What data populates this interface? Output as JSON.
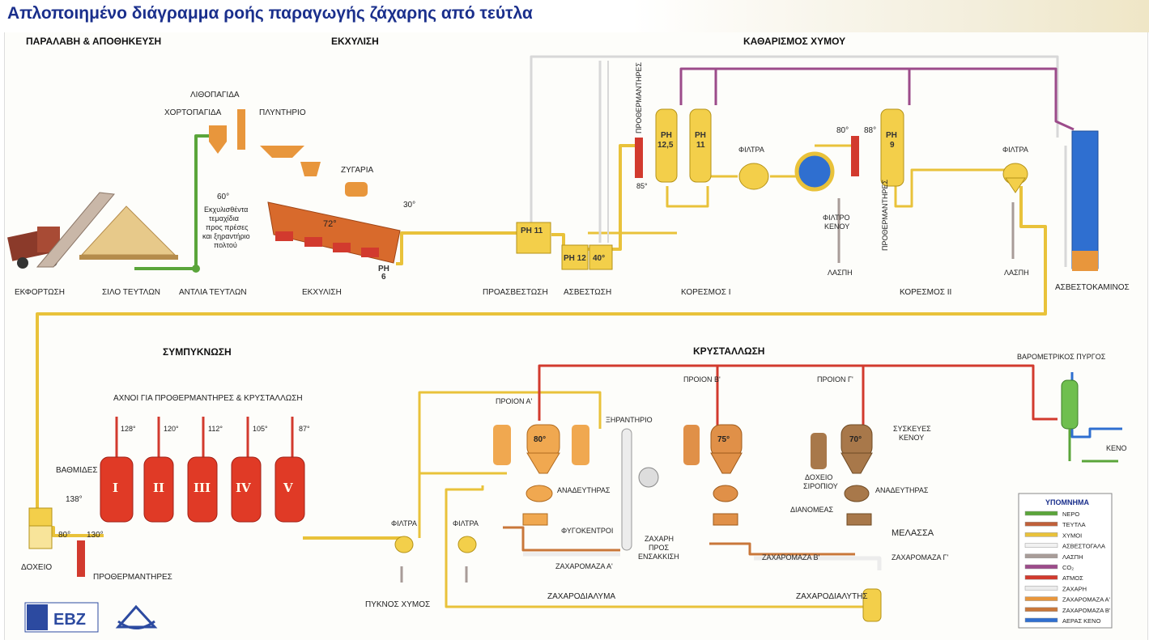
{
  "title": "Απλοποιημένο διάγραμμα ροής παραγωγής ζάχαρης από τεύτλα",
  "sections": {
    "receiving": "ΠΑΡΑΛΑΒΗ & ΑΠΟΘΗΚΕΥΣΗ",
    "extraction": "ΕΚΧΥΛΙΣΗ",
    "purification": "ΚΑΘΑΡΙΣΜΟΣ ΧΥΜΟΥ",
    "evaporation": "ΣΥΜΠΥΚΝΩΣΗ",
    "crystallization": "ΚΡΥΣΤΑΛΛΩΣΗ"
  },
  "labels": {
    "unloading": "ΕΚΦΟΡΤΩΣΗ",
    "beet_silo": "ΣΙΛΟ ΤΕΥΤΛΩΝ",
    "beet_pump": "ΑΝΤΛΙΑ ΤΕΥΤΛΩΝ",
    "stone_trap": "ΛΙΘΟΠΑΓΙΔΑ",
    "weed_trap": "ΧΟΡΤΟΠΑΓΙΔΑ",
    "washer": "ΠΛΥΝΤΗΡΙΟ",
    "scale": "ΖΥΓΑΡΙΑ",
    "extracted_pieces_1": "Εκχυλισθέντα",
    "extracted_pieces_2": "τεμαχίδια",
    "extracted_pieces_3": "προς πρέσες",
    "extracted_pieces_4": "και ξηραντήριο",
    "extracted_pieces_5": "πολτού",
    "diffuser": "ΕΚΧΥΛΙΣΗ",
    "temp_60": "60°",
    "temp_72": "72°",
    "temp_30": "30°",
    "ph6_a": "PH",
    "ph6_b": "6",
    "preliming": "ΠΡΟΑΣΒΕΣΤΩΣΗ",
    "ph11_label": "PH 11",
    "liming": "ΑΣΒΕΣΤΩΣΗ",
    "ph12_label": "PH 12",
    "temp_40": "40°",
    "preheaters_v1": "ΠΡΟΘΕΡΜΑΝΤΗΡΕΣ",
    "temp_85": "85°",
    "ph125_a": "PH",
    "ph125_b": "12,5",
    "ph11b_a": "PH",
    "ph11b_b": "11",
    "filters_1": "ΦΙΛΤΡΑ",
    "vacuum_filter_1": "ΦΙΛΤΡΟ",
    "vacuum_filter_2": "ΚΕΝΟΥ",
    "mud_1": "ΛΑΣΠΗ",
    "carbonation_1": "ΚΟΡΕΣΜΟΣ Ι",
    "temp_80_top": "80°",
    "temp_88": "88°",
    "ph9_a": "PH",
    "ph9_b": "9",
    "preheaters_v2": "ΠΡΟΘΕΡΜΑΝΤΗΡΕΣ",
    "carbonation_2": "ΚΟΡΕΣΜΟΣ ΙΙ",
    "filters_2": "ΦΙΛΤΡΑ",
    "mud_2": "ΛΑΣΠΗ",
    "lime_kiln": "ΑΣΒΕΣΤΟΚΑΜΙΝΟΣ",
    "vapors": "ΑΧΝΟΙ ΓΙΑ ΠΡΟΘΕΡΜΑΝΤΗΡΕΣ & ΚΡΥΣΤΑΛΛΩΣΗ",
    "t128": "128°",
    "t120": "120°",
    "t112": "112°",
    "t105": "105°",
    "t87": "87°",
    "stages": "ΒΑΘΜΙΔΕΣ",
    "t138": "138°",
    "t80_tank": "80°",
    "t130": "130°",
    "tank": "ΔΟΧΕΙΟ",
    "preheaters_h": "ΠΡΟΘΕΡΜΑΝΤΗΡΕΣ",
    "effect_1": "I",
    "effect_2": "II",
    "effect_3": "III",
    "effect_4": "IV",
    "effect_5": "V",
    "filters_3": "ΦΙΛΤΡΑ",
    "thick_juice": "ΠΥΚΝΟΣ ΧΥΜΟΣ",
    "filters_4": "ΦΙΛΤΡΑ",
    "product_a": "ΠΡΟΙΟΝ Α'",
    "product_b": "ΠΡΟΙΟΝ Β'",
    "product_c": "ΠΡΟΙΟΝ Γ'",
    "dryer": "ΞΗΡΑΝΤΗΡΙΟ",
    "t80_pan": "80°",
    "t75_pan": "75°",
    "t70_pan": "70°",
    "vacuum_units_1": "ΣΥΣΚΕΥΕΣ",
    "vacuum_units_2": "ΚΕΝΟΥ",
    "mixer_a": "ΑΝΑΔΕΥΤΗΡΑΣ",
    "mixer_c": "ΑΝΑΔΕΥΤΗΡΑΣ",
    "centrifuges": "ΦΥΓΟΚΕΝΤΡΟΙ",
    "sugar_to_bag_1": "ΖΑΧΑΡΗ",
    "sugar_to_bag_2": "ΠΡΟΣ",
    "sugar_to_bag_3": "ΕΝΣΑΚΚΙΣΗ",
    "syrup_tank_1": "ΔΟΧΕΙΟ",
    "syrup_tank_2": "ΣΙΡΟΠΙΟΥ",
    "distributors": "ΔΙΑΝΟΜΕΑΣ",
    "molasses": "ΜΕΛΑΣΣΑ",
    "massecuite_a": "ΖΑΧΑΡΟΜΑΖΑ Α'",
    "massecuite_b": "ΖΑΧΑΡΟΜΑΖΑ Β'",
    "massecuite_c": "ΖΑΧΑΡΟΜΑΖΑ Γ'",
    "sugar_solution": "ΖΑΧΑΡΟΔΙΑΛΥΜΑ",
    "sugar_dissolver": "ΖΑΧΑΡΟΔΙΑΛΥΤΗΣ",
    "baro_tower": "ΒΑΡΟΜΕΤΡΙΚΟΣ ΠΥΡΓΟΣ",
    "vacuum": "ΚΕΝΟ",
    "logo_text": "ΕΒΖ"
  },
  "legend": {
    "title": "ΥΠΟΜΝΗΜΑ",
    "items": [
      {
        "label": "ΝΕΡΟ",
        "color": "#5aa53a"
      },
      {
        "label": "ΤΕΥΤΛΑ",
        "color": "#c0603a"
      },
      {
        "label": "ΧΥΜΟΙ",
        "color": "#e9c23a"
      },
      {
        "label": "ΑΣΒΕΣΤΟΓΑΛΑ",
        "color": "#f2f2f2"
      },
      {
        "label": "ΛΑΣΠΗ",
        "color": "#a89c98"
      },
      {
        "label": "CO₂",
        "color": "#9c4b8a"
      },
      {
        "label": "ΑΤΜΟΣ",
        "color": "#d23a2e"
      },
      {
        "label": "ΖΑΧΑΡΗ",
        "color": "#ececec"
      },
      {
        "label": "ΖΑΧΑΡΟΜΑΖΑ Α'",
        "color": "#e8963c"
      },
      {
        "label": "ΖΑΧΑΡΟΜΑΖΑ Β'",
        "color": "#c9773a"
      },
      {
        "label": "ΑΕΡΑΣ ΚΕΝΟ",
        "color": "#2f6fd0"
      }
    ]
  },
  "colors": {
    "water": "#5aa53a",
    "beets": "#c0603a",
    "juice": "#e9c23a",
    "mud": "#a89c98",
    "co2": "#9c4b8a",
    "steam": "#d23a2e",
    "vacuum_air": "#2f6fd0",
    "title": "#1a2f8c"
  }
}
